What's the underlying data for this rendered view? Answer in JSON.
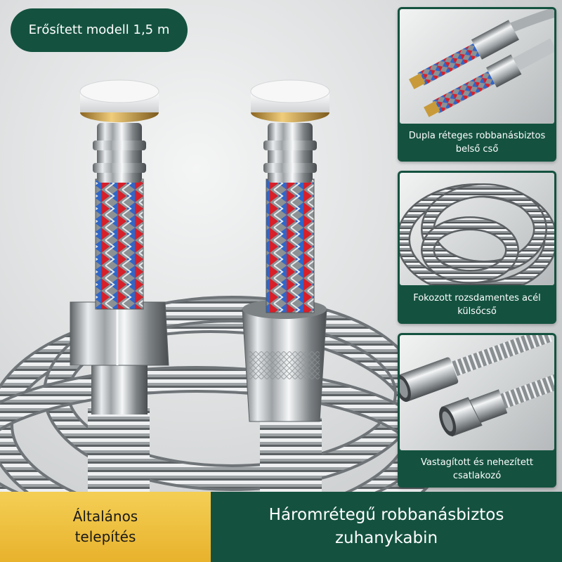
{
  "badge": {
    "text": "Erősített modell 1,5 m"
  },
  "panels": [
    {
      "caption": "Dupla réteges robbanásbiztos belső cső"
    },
    {
      "caption": "Fokozott rozsdamentes acél külsőcső"
    },
    {
      "caption": "Vastagított és nehezített csatlakozó"
    }
  ],
  "footer": {
    "left": "Általános telepítés",
    "right": "Háromrétegű robbanásbiztos zuhanykabin"
  },
  "colors": {
    "brand_green": "#14523f",
    "accent_yellow": "#efc140",
    "braid_red": "#d6202a",
    "braid_blue": "#2f66c9",
    "brass": "#c89a3a",
    "steel": "#c8ccce"
  },
  "icons": [
    "hose-coil-image",
    "braided-inner-tube-image",
    "hex-nut-connector-image"
  ]
}
